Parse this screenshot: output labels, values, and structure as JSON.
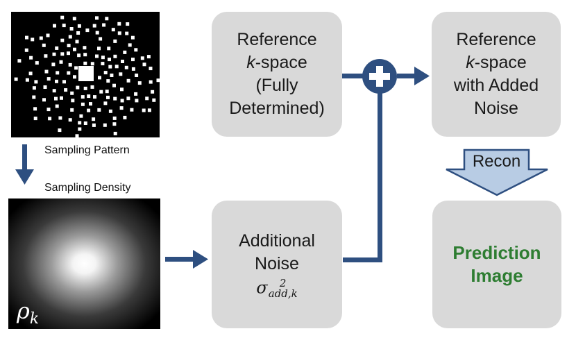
{
  "labels": {
    "sampling_pattern": "Sampling Pattern",
    "sampling_density": "Sampling Density",
    "rho_symbol": "ρ",
    "rho_subscript": "k"
  },
  "boxes": {
    "reference": {
      "line1": "Reference",
      "line2_italic": "k",
      "line2_rest": "-space",
      "line3": "(Fully",
      "line4": "Determined)"
    },
    "noisy": {
      "line1": "Reference",
      "line2_italic": "k",
      "line2_rest": "-space",
      "line3": "with Added",
      "line4": "Noise"
    },
    "additional": {
      "line1": "Additional",
      "line2": "Noise",
      "sigma": "σ",
      "sup": "2",
      "sub": "add,k"
    },
    "prediction": {
      "line1": "Prediction",
      "line2": "Image"
    }
  },
  "recon_label": "Recon",
  "colors": {
    "arrow": "#2e4f80",
    "box": "#d9d9d9",
    "recon_fill": "#b8cce4",
    "recon_stroke": "#2e4f80",
    "prediction_text": "#2e7d32"
  }
}
